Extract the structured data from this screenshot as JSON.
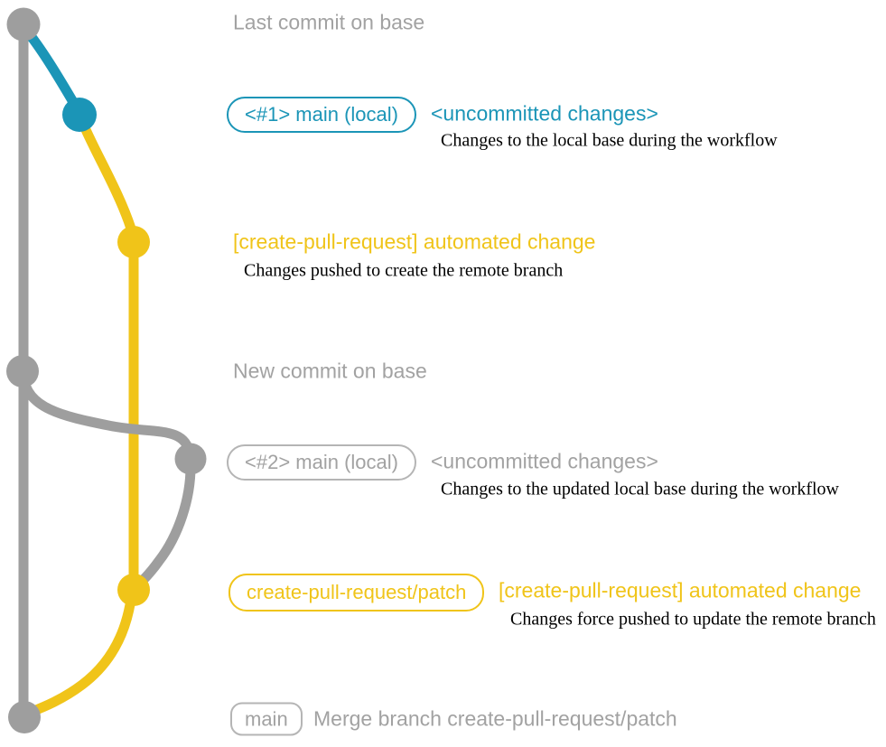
{
  "colors": {
    "gray_line": "#9e9e9e",
    "gray_text": "#a2a2a2",
    "gray_border": "#b5b5b5",
    "blue": "#1b95b7",
    "yellow": "#f0c419",
    "caption_text": "#000000"
  },
  "rows": {
    "last_commit_label": "Last commit on base",
    "uncommitted1": {
      "badge": "<#1> main (local)",
      "title": "<uncommitted changes>",
      "caption": "Changes to the local base during the workflow"
    },
    "automated1": {
      "title": "[create-pull-request] automated change",
      "caption": "Changes pushed to create the remote branch"
    },
    "new_commit_label": "New commit on base",
    "uncommitted2": {
      "badge": "<#2> main (local)",
      "title": "<uncommitted changes>",
      "caption": "Changes to the updated local base during the workflow"
    },
    "automated2": {
      "badge": "create-pull-request/patch",
      "title": "[create-pull-request] automated change",
      "caption": "Changes force pushed to update the remote branch"
    },
    "merge": {
      "badge": "main",
      "title": "Merge branch create-pull-request/patch"
    }
  }
}
